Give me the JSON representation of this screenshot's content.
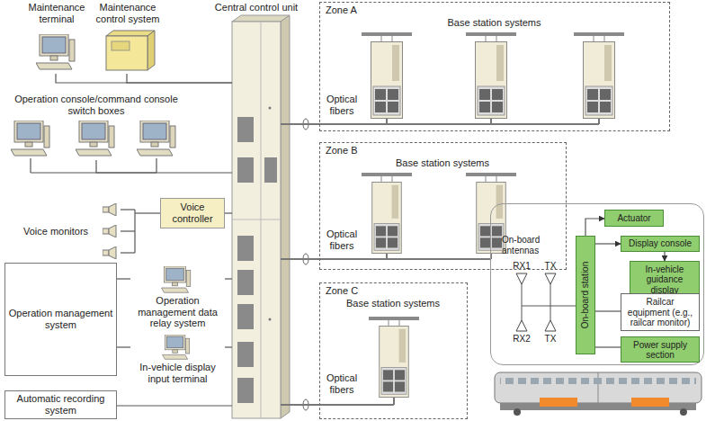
{
  "diagram": {
    "nodes": [
      {
        "text": [
          "Maintenance terminal"
        ]
      },
      {
        "text": [
          "Maintenance control system"
        ]
      },
      {
        "text": [
          "Operation console/command console switch boxes"
        ]
      },
      {
        "text": [
          "Central control unit"
        ]
      },
      {
        "text": [
          "Voice controller"
        ]
      },
      {
        "text": [
          "Voice monitors"
        ]
      },
      {
        "text": [
          "Operation management system"
        ]
      },
      {
        "text": [
          "Operation management data relay system"
        ]
      },
      {
        "text": [
          "In-vehicle display input terminal"
        ]
      },
      {
        "text": [
          "Automatic recording system"
        ]
      },
      {
        "text": [
          "Zone A",
          "Base station systems"
        ]
      },
      {
        "text": [
          "Zone B",
          "Base station systems"
        ]
      },
      {
        "text": [
          "Zone C",
          "Base station systems"
        ]
      },
      {
        "text": [
          "On-board antennas"
        ]
      },
      {
        "text": [
          "On-board station"
        ],
        "in": 13
      },
      {
        "text": [
          "Actuator"
        ],
        "in": 13
      },
      {
        "text": [
          "Display console"
        ],
        "in": 13
      },
      {
        "text": [
          "In-vehicle guidance display"
        ],
        "in": 13
      },
      {
        "text": [
          "Railcar equipment (e.g., railcar monitor)"
        ],
        "in": 13
      },
      {
        "text": [
          "Power supply section"
        ],
        "in": 13
      }
    ],
    "edges": [
      {
        "from": 0,
        "to": 3,
        "arrow": "none"
      },
      {
        "from": 1,
        "to": 3,
        "arrow": "none"
      },
      {
        "from": 2,
        "to": 3,
        "arrow": "none"
      },
      {
        "from": 4,
        "to": 3,
        "arrow": "none"
      },
      {
        "from": 5,
        "to": 4,
        "arrow": "none"
      },
      {
        "from": 6,
        "to": 7,
        "arrow": "none"
      },
      {
        "from": 6,
        "to": 8,
        "arrow": "none"
      },
      {
        "from": 7,
        "to": 3,
        "arrow": "none"
      },
      {
        "from": 8,
        "to": 3,
        "arrow": "none"
      },
      {
        "from": 9,
        "to": 3,
        "arrow": "none"
      },
      {
        "from": 3,
        "to": 10,
        "arrow": "none"
      },
      {
        "from": 3,
        "to": 11,
        "arrow": "none"
      },
      {
        "from": 3,
        "to": 12,
        "arrow": "none"
      },
      {
        "from": 14,
        "to": 15,
        "arrow": "to"
      },
      {
        "from": 14,
        "to": 16,
        "arrow": "to"
      },
      {
        "from": 16,
        "to": 17,
        "arrow": "to"
      },
      {
        "from": 14,
        "to": 18,
        "arrow": "none"
      },
      {
        "from": 14,
        "to": 19,
        "arrow": "none"
      }
    ],
    "labels": [
      "Optical fibers",
      "Optical fibers",
      "Optical fibers",
      "RX1",
      "TX",
      "RX2",
      "TX"
    ]
  }
}
